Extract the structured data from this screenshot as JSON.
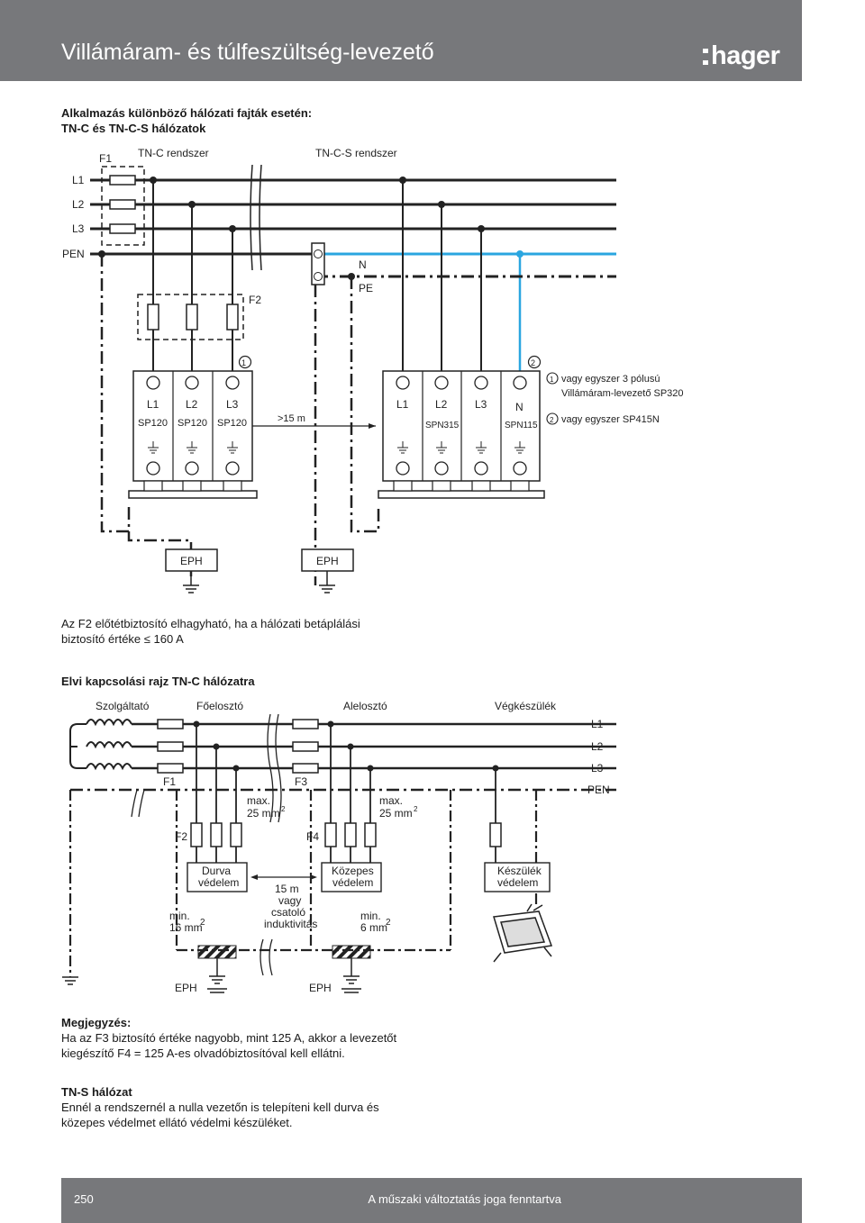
{
  "header": {
    "title": "Villámáram- és túlfeszültség-levezető",
    "logo": "hager"
  },
  "section1": {
    "heading_line1": "Alkalmazás különböző hálózati fajták esetén:",
    "heading_line2": "TN-C és TN-C-S hálózatok"
  },
  "diagram1": {
    "label_F1": "F1",
    "label_F2": "F2",
    "tnc": "TN-C rendszer",
    "tncs": "TN-C-S rendszer",
    "lines": [
      "L1",
      "L2",
      "L3",
      "PEN"
    ],
    "label_N": "N",
    "label_PE": "PE",
    "left_device": {
      "phases": [
        "L1",
        "L2",
        "L3"
      ],
      "types": [
        "SP120",
        "SP120",
        "SP120"
      ],
      "marker": "1"
    },
    "right_device": {
      "phases": [
        "L1",
        "L2",
        "L3"
      ],
      "type_main": "SPN315",
      "n_label": "N",
      "type_n": "SPN115",
      "marker": "2"
    },
    "distance": ">15 m",
    "legend1_num": "1",
    "legend1_line1": "vagy egyszer 3 pólusú",
    "legend1_line2": "Villámáram-levezető SP320",
    "legend2_num": "2",
    "legend2": "vagy egyszer SP415N",
    "eph_left": "EPH",
    "eph_right": "EPH"
  },
  "para1": {
    "line1": "Az F2 előtétbiztosító elhagyható, ha a hálózati betáplálási",
    "line2": "biztosító értéke ≤ 160 A"
  },
  "section2": {
    "heading": "Elvi kapcsolási rajz TN-C hálózatra"
  },
  "diagram2": {
    "col1": "Szolgáltató",
    "col2": "Főelosztó",
    "col3": "Alelosztó",
    "col4": "Végkészülék",
    "lines": [
      "L1",
      "L2",
      "L3",
      "PEN"
    ],
    "F1": "F1",
    "F2": "F2",
    "F3": "F3",
    "F4": "F4",
    "max1_line1": "max.",
    "max1_line2": "25 mm",
    "max2_line1": "max.",
    "max2_line2": "25 mm",
    "sup2": "2",
    "durva1": "Durva",
    "durva2": "védelem",
    "kozepes1": "Közepes",
    "kozepes2": "védelem",
    "keszulek1": "Készülék",
    "keszulek2": "védelem",
    "min1_line1": "min.",
    "min1_line2": "16 mm",
    "min2_line1": "min.",
    "min2_line2": "6 mm",
    "coupling": [
      "15 m",
      "vagy",
      "csatoló",
      "induktivitás"
    ],
    "eph1": "EPH",
    "eph2": "EPH"
  },
  "note": {
    "heading": "Megjegyzés:",
    "line1": "Ha az F3 biztosító értéke nagyobb, mint 125 A, akkor a levezetőt",
    "line2": "kiegészítő F4 = 125 A-es olvadóbiztosítóval kell ellátni."
  },
  "tns": {
    "heading": "TN-S hálózat",
    "line1": "Ennél a rendszernél a nulla vezetőn is telepíteni kell durva és",
    "line2": "közepes védelmet ellátó védelmi készüléket."
  },
  "footer": {
    "page": "250",
    "note": "A műszaki változtatás joga fenntartva"
  },
  "colors": {
    "header_bg": "#77787b",
    "n_line": "#2aa6e0",
    "text": "#1a1a1a"
  }
}
